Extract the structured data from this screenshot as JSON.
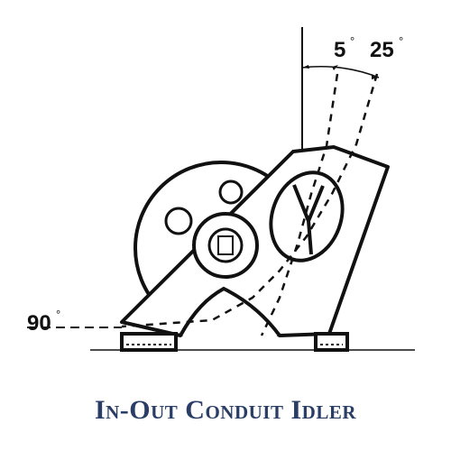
{
  "title": "In-Out Conduit Idler",
  "angles": {
    "a5": "5",
    "a25": "25",
    "a90": "90",
    "degree_symbol": "°"
  },
  "colors": {
    "line": "#111111",
    "title": "#2a3d66",
    "background": "#ffffff"
  }
}
